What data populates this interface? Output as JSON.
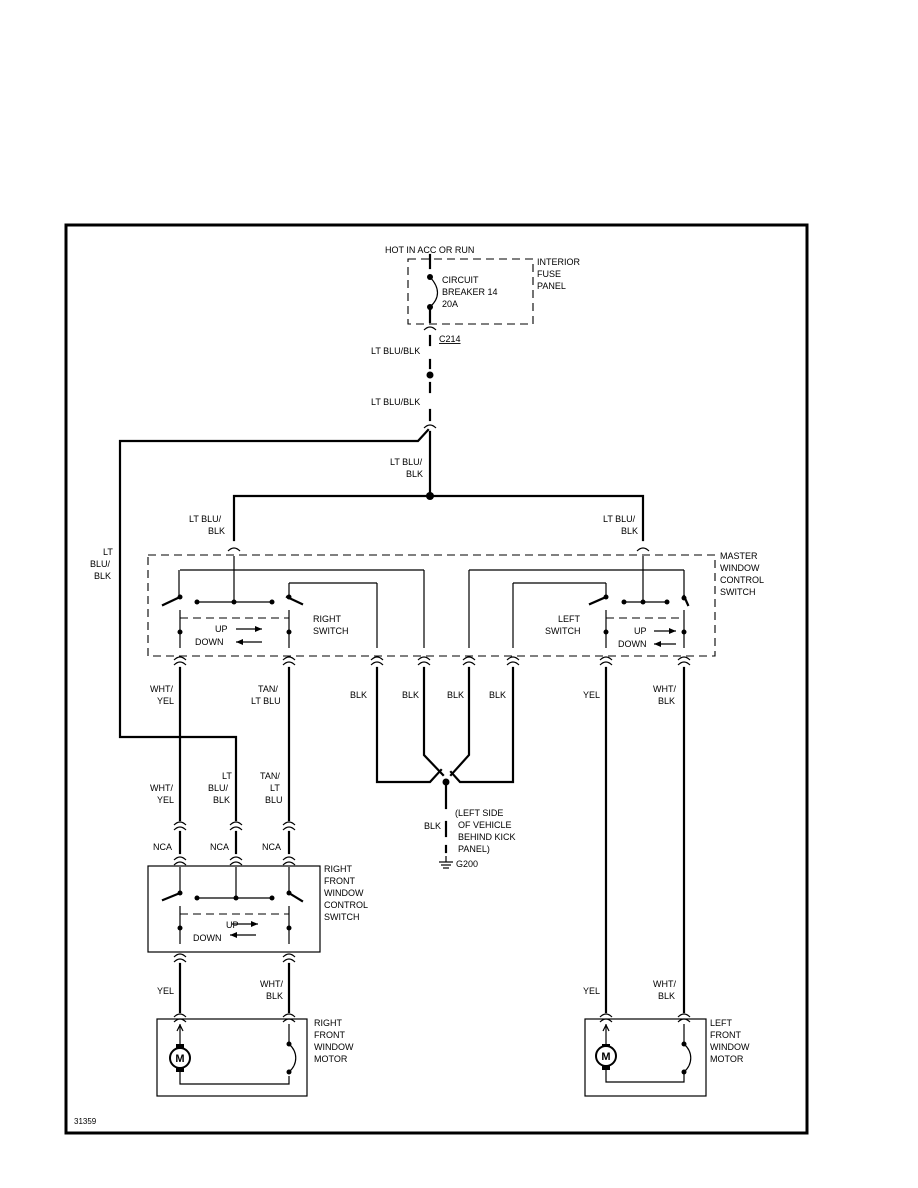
{
  "diagram": {
    "figure_id": "31359",
    "supply": {
      "hot_label": "HOT IN ACC OR RUN",
      "panel_label": [
        "INTERIOR",
        "FUSE",
        "PANEL"
      ],
      "breaker_label": [
        "CIRCUIT",
        "BREAKER 14",
        "20A"
      ],
      "connector": "C214"
    },
    "feed_wires": {
      "w1": "LT BLU/BLK",
      "w2": "LT BLU/BLK",
      "w3": [
        "LT BLU/",
        "BLK"
      ],
      "right_feed": [
        "LT BLU/",
        "BLK"
      ],
      "left_feed": [
        "LT BLU/",
        "BLK"
      ],
      "side_feed": [
        "LT",
        "BLU/",
        "BLK"
      ]
    },
    "master_switch": {
      "label": [
        "MASTER",
        "WINDOW",
        "CONTROL",
        "SWITCH"
      ],
      "right_switch": [
        "RIGHT",
        "SWITCH"
      ],
      "left_switch": [
        "LEFT",
        "SWITCH"
      ],
      "up": "UP",
      "down": "DOWN"
    },
    "master_outputs": {
      "wht_yel": [
        "WHT/",
        "YEL"
      ],
      "tan_ltblu": [
        "TAN/",
        "LT BLU"
      ],
      "blk1": "BLK",
      "blk2": "BLK",
      "blk3": "BLK",
      "blk4": "BLK",
      "yel": "YEL",
      "wht_blk": [
        "WHT/",
        "BLK"
      ]
    },
    "ground": {
      "wire": "BLK",
      "location": [
        "(LEFT SIDE",
        "OF VEHICLE",
        "BEHIND KICK",
        "PANEL)"
      ],
      "id": "G200"
    },
    "right_switch_inputs": {
      "wht_yel": [
        "WHT/",
        "YEL"
      ],
      "lt_blu_blk": [
        "LT",
        "BLU/",
        "BLK"
      ],
      "tan_lt_blu": [
        "TAN/",
        "LT",
        "BLU"
      ],
      "nca": "NCA"
    },
    "right_front_switch": {
      "label": [
        "RIGHT",
        "FRONT",
        "WINDOW",
        "CONTROL",
        "SWITCH"
      ],
      "up": "UP",
      "down": "DOWN"
    },
    "right_motor_wires": {
      "yel": "YEL",
      "wht_blk": [
        "WHT/",
        "BLK"
      ]
    },
    "left_motor_wires": {
      "yel": "YEL",
      "wht_blk": [
        "WHT/",
        "BLK"
      ]
    },
    "right_motor": {
      "label": [
        "RIGHT",
        "FRONT",
        "WINDOW",
        "MOTOR"
      ],
      "symbol": "M"
    },
    "left_motor": {
      "label": [
        "LEFT",
        "FRONT",
        "WINDOW",
        "MOTOR"
      ],
      "symbol": "M"
    }
  }
}
